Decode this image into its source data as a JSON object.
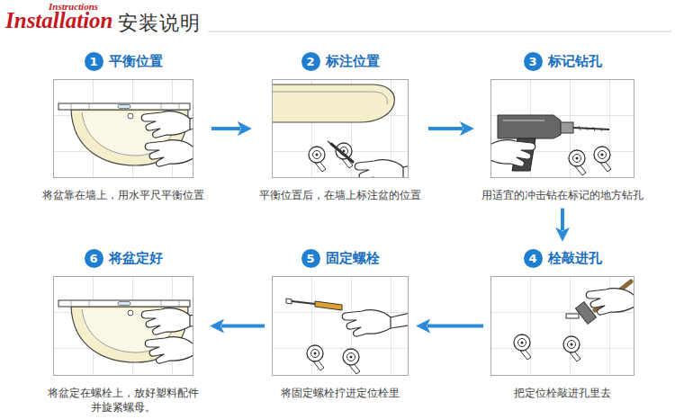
{
  "diagram": {
    "title": "安装说明",
    "nodes": [
      {
        "text": [
          "平衡位置",
          "将盆靠在墙上，用水平尺平衡位置"
        ]
      },
      {
        "text": [
          "1"
        ],
        "in": 0
      },
      {
        "text": [
          "标注位置",
          "平衡位置后，在墙上标注盆的位置"
        ]
      },
      {
        "text": [
          "2"
        ],
        "in": 2
      },
      {
        "text": [
          "标记钻孔",
          "用适宜的冲击钻在标记的地方钻孔"
        ]
      },
      {
        "text": [
          "3"
        ],
        "in": 4
      },
      {
        "text": [
          "栓敲进孔",
          "把定位栓敲进孔里去"
        ]
      },
      {
        "text": [
          "4"
        ],
        "in": 6
      },
      {
        "text": [
          "固定螺栓",
          "将固定螺栓拧进定位栓里"
        ]
      },
      {
        "text": [
          "5"
        ],
        "in": 8
      },
      {
        "text": [
          "将盆定好",
          "将盆定在螺栓上，放好塑料配件 并旋紧螺母。"
        ]
      },
      {
        "text": [
          "6"
        ],
        "in": 10
      }
    ],
    "edges": [
      {
        "from": 0,
        "to": 2,
        "arrow": "to"
      },
      {
        "from": 2,
        "to": 4,
        "arrow": "to"
      },
      {
        "from": 4,
        "to": 6,
        "arrow": "to"
      },
      {
        "from": 6,
        "to": 8,
        "arrow": "to"
      },
      {
        "from": 8,
        "to": 10,
        "arrow": "to"
      }
    ],
    "labels": [
      "Instructions",
      "Installation"
    ]
  }
}
